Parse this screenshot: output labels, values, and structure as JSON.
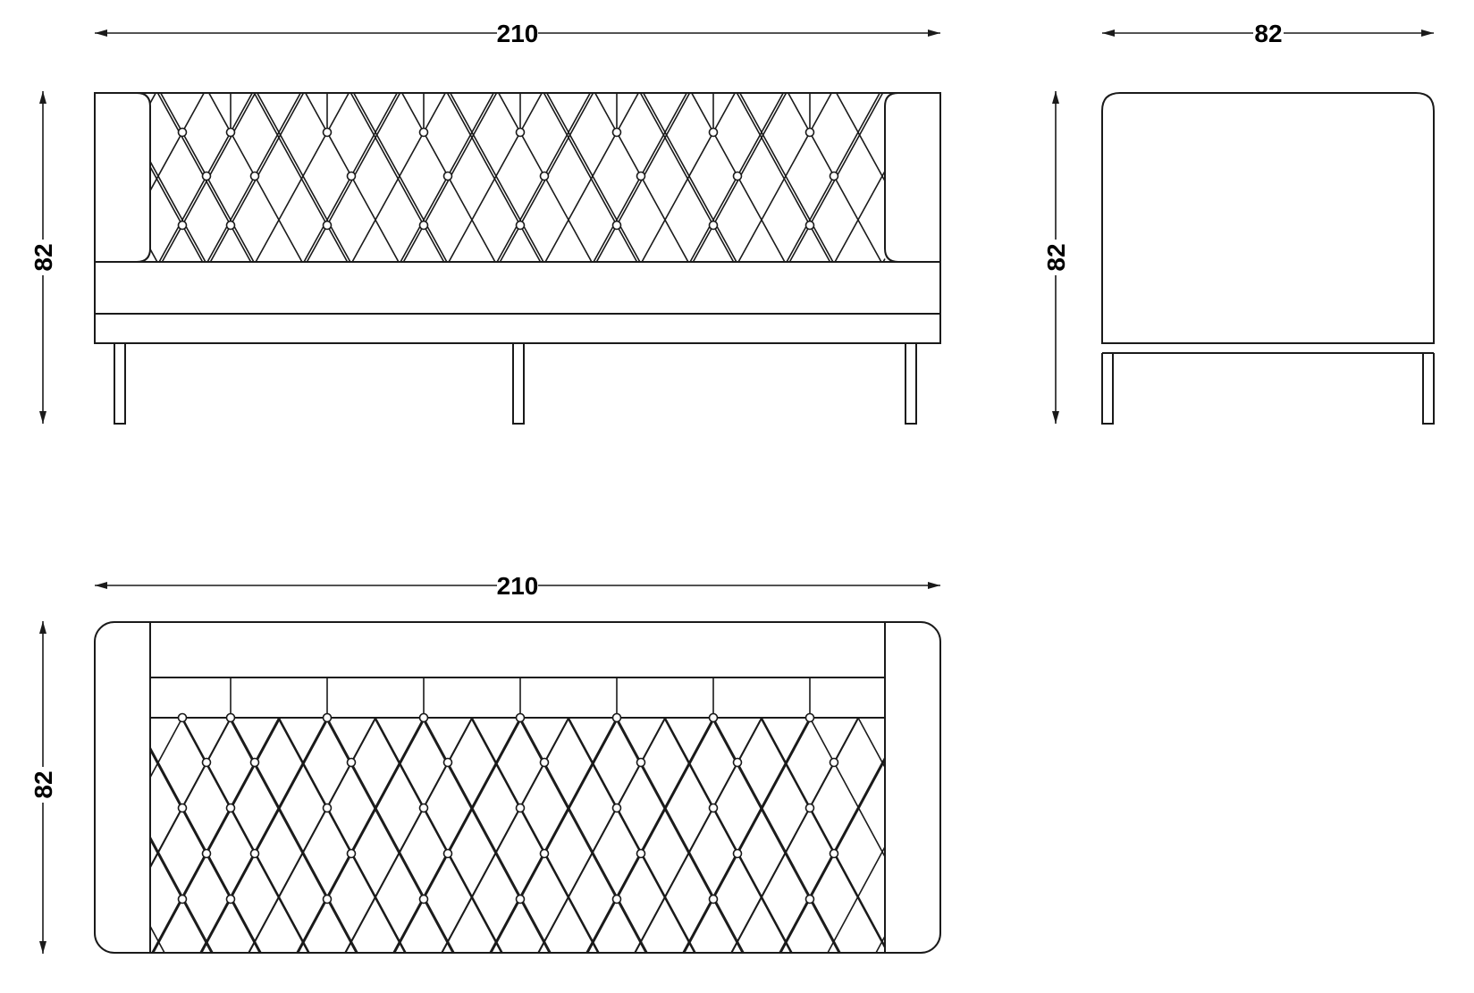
{
  "dimensions": {
    "front_width": "210",
    "front_height": "82",
    "side_depth": "82",
    "side_height": "82",
    "top_width": "210",
    "top_depth": "82"
  },
  "colors": {
    "line": "#1a1a1a",
    "background": "#ffffff"
  }
}
